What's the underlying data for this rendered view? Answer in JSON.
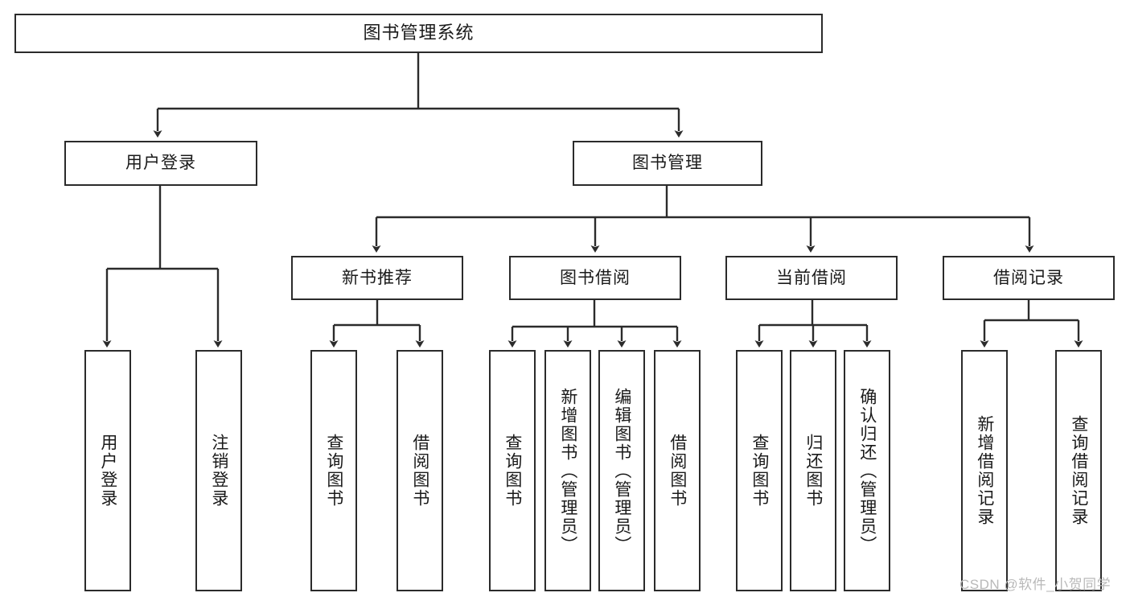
{
  "diagram": {
    "title": "图书管理系统",
    "type": "tree-hierarchy-chart",
    "orientation": "top-down",
    "colors": {
      "background": "#ffffff",
      "node_border": "#2b2b2b",
      "node_fill": "#ffffff",
      "text": "#1a1a1a",
      "edge": "#2b2b2b",
      "watermark": "#b9b9b9"
    }
  },
  "watermark": {
    "text": "CSDN @软件_小贺同学"
  },
  "nodes": {
    "root": {
      "label": "图书管理系统",
      "level": 0,
      "text_direction": "horizontal"
    },
    "level1": [
      {
        "id": "user-login",
        "label": "用户登录",
        "text_direction": "horizontal"
      },
      {
        "id": "book-management",
        "label": "图书管理",
        "text_direction": "horizontal"
      }
    ],
    "level2": [
      {
        "id": "new-book-recommend",
        "label": "新书推荐",
        "parent": "book-management",
        "text_direction": "horizontal"
      },
      {
        "id": "book-borrow",
        "label": "图书借阅",
        "parent": "book-management",
        "text_direction": "horizontal"
      },
      {
        "id": "current-borrow",
        "label": "当前借阅",
        "parent": "book-management",
        "text_direction": "horizontal"
      },
      {
        "id": "borrow-record",
        "label": "借阅记录",
        "parent": "book-management",
        "text_direction": "horizontal"
      }
    ],
    "leaves": [
      {
        "id": "leaf-user-login",
        "label": "用户登录",
        "parent": "user-login",
        "text_direction": "vertical"
      },
      {
        "id": "leaf-user-logout",
        "label": "注销登录",
        "parent": "user-login",
        "text_direction": "vertical"
      },
      {
        "id": "leaf-query-book-1",
        "label": "查询图书",
        "parent": "new-book-recommend",
        "text_direction": "vertical"
      },
      {
        "id": "leaf-borrow-book-1",
        "label": "借阅图书",
        "parent": "new-book-recommend",
        "text_direction": "vertical"
      },
      {
        "id": "leaf-query-book-2",
        "label": "查询图书",
        "parent": "book-borrow",
        "text_direction": "vertical"
      },
      {
        "id": "leaf-add-book",
        "label": "新增图书（管理员）",
        "parent": "book-borrow",
        "text_direction": "vertical"
      },
      {
        "id": "leaf-edit-book",
        "label": "编辑图书（管理员）",
        "parent": "book-borrow",
        "text_direction": "vertical"
      },
      {
        "id": "leaf-borrow-book-2",
        "label": "借阅图书",
        "parent": "book-borrow",
        "text_direction": "vertical"
      },
      {
        "id": "leaf-query-book-3",
        "label": "查询图书",
        "parent": "current-borrow",
        "text_direction": "vertical"
      },
      {
        "id": "leaf-return-book",
        "label": "归还图书",
        "parent": "current-borrow",
        "text_direction": "vertical"
      },
      {
        "id": "leaf-confirm-return",
        "label": "确认归还（管理员）",
        "parent": "current-borrow",
        "text_direction": "vertical"
      },
      {
        "id": "leaf-add-borrow-record",
        "label": "新增借阅记录",
        "parent": "borrow-record",
        "text_direction": "vertical"
      },
      {
        "id": "leaf-query-borrow-record",
        "label": "查询借阅记录",
        "parent": "borrow-record",
        "text_direction": "vertical"
      }
    ]
  }
}
